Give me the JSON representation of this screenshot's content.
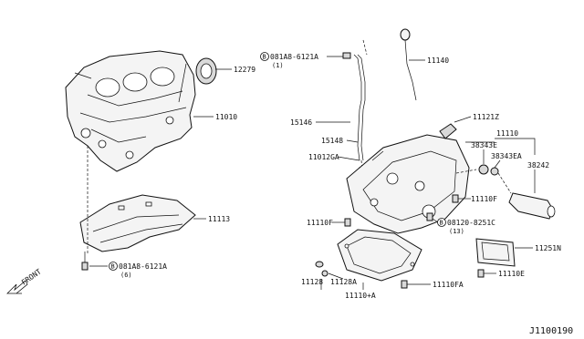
{
  "diagram": {
    "reference_code": "J1100190",
    "front_label": "FRONT",
    "callouts": [
      {
        "id": "c12279",
        "text": "12279"
      },
      {
        "id": "c11010",
        "text": "11010"
      },
      {
        "id": "c11113",
        "text": "11113"
      },
      {
        "id": "c081a8_left",
        "text": "081A8-6121A",
        "qty": "(6)"
      },
      {
        "id": "c081a8_top",
        "text": "081A8-6121A",
        "qty": "(1)"
      },
      {
        "id": "c11140",
        "text": "11140"
      },
      {
        "id": "c15146",
        "text": "15146"
      },
      {
        "id": "c15148",
        "text": "15148"
      },
      {
        "id": "c11121z",
        "text": "11121Z"
      },
      {
        "id": "c11110",
        "text": "11110"
      },
      {
        "id": "c38343e",
        "text": "38343E"
      },
      {
        "id": "c38343ea",
        "text": "38343EA"
      },
      {
        "id": "c38242",
        "text": "38242"
      },
      {
        "id": "c11012ga",
        "text": "11012GA"
      },
      {
        "id": "c11110f_right",
        "text": "11110F"
      },
      {
        "id": "c11110f_left",
        "text": "11110F"
      },
      {
        "id": "c08120",
        "text": "08120-8251C",
        "qty": "(13)"
      },
      {
        "id": "c11251n",
        "text": "11251N"
      },
      {
        "id": "c11128",
        "text": "11128"
      },
      {
        "id": "c11128a",
        "text": "11128A"
      },
      {
        "id": "c11110fa",
        "text": "11110FA"
      },
      {
        "id": "c11110e",
        "text": "11110E"
      },
      {
        "id": "c11110a",
        "text": "11110+A"
      }
    ],
    "bolt_marker": "B"
  }
}
